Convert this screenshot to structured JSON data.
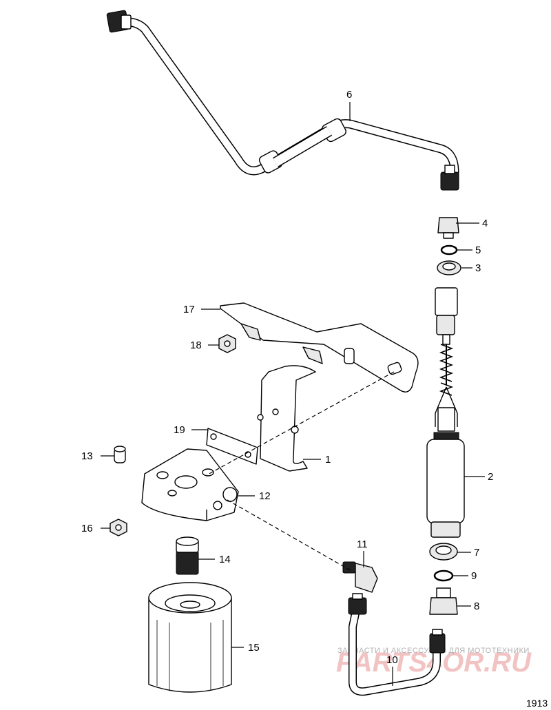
{
  "callouts": {
    "c1": "1",
    "c2": "2",
    "c3": "3",
    "c4": "4",
    "c5": "5",
    "c6": "6",
    "c7": "7",
    "c8": "8",
    "c9": "9",
    "c10": "10",
    "c11": "11",
    "c12": "12",
    "c13": "13",
    "c14": "14",
    "c15": "15",
    "c16": "16",
    "c17": "17",
    "c18": "18",
    "c19": "19"
  },
  "watermark": {
    "tagline": "ЗАПЧАСТИ И АКСЕССУАРЫ ДЛЯ МОТОТЕХНИКИ",
    "brand": "PARTS4OR.RU"
  },
  "figure_number": "1913"
}
